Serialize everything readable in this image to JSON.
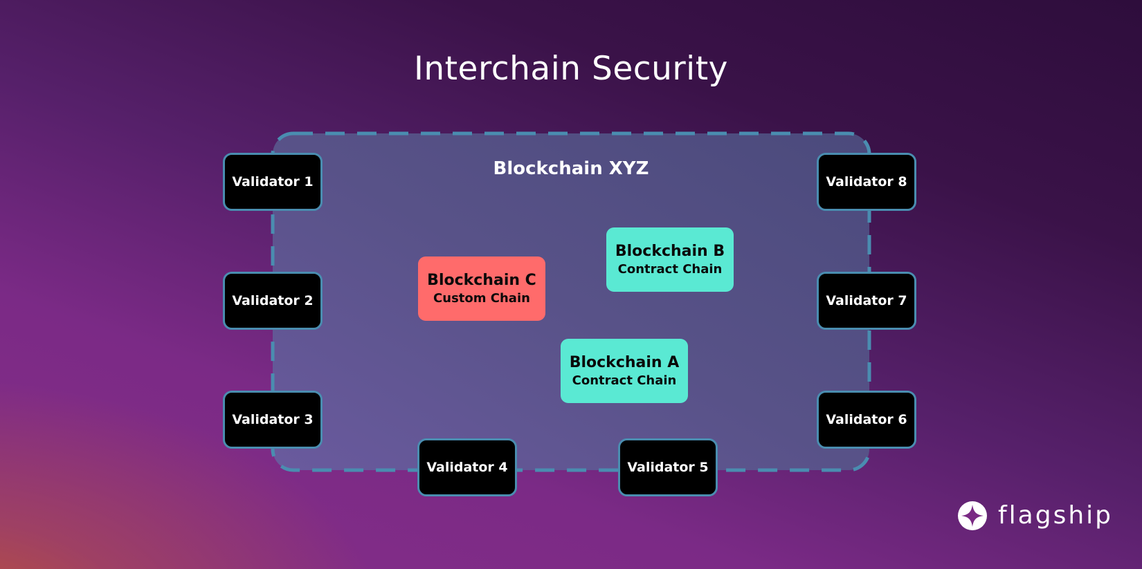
{
  "title": "Interchain Security",
  "container": {
    "label": "Blockchain XYZ"
  },
  "validators": [
    {
      "label": "Validator 1"
    },
    {
      "label": "Validator 2"
    },
    {
      "label": "Validator 3"
    },
    {
      "label": "Validator 4"
    },
    {
      "label": "Validator 5"
    },
    {
      "label": "Validator 6"
    },
    {
      "label": "Validator 7"
    },
    {
      "label": "Validator 8"
    }
  ],
  "chains": [
    {
      "name": "Blockchain A",
      "type": "Contract Chain",
      "color": "#5ae9d3"
    },
    {
      "name": "Blockchain B",
      "type": "Contract Chain",
      "color": "#5ae9d3"
    },
    {
      "name": "Blockchain C",
      "type": "Custom Chain",
      "color": "#ff6b6b"
    }
  ],
  "brand": {
    "name": "flagship",
    "icon": "sparkle-star-icon"
  },
  "colors": {
    "border": "#4a8db0",
    "contract_chain": "#5ae9d3",
    "custom_chain": "#ff6b6b"
  }
}
